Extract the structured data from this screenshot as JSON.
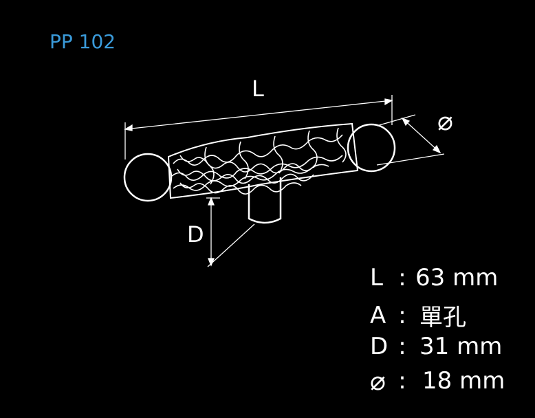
{
  "model": "PP 102",
  "dimension_labels": {
    "length": "L",
    "depth": "D",
    "diameter": "⌀"
  },
  "specs": [
    {
      "key": "L",
      "colon": ":",
      "value": "63 mm"
    },
    {
      "key": "A",
      "colon": ":",
      "value": "單孔"
    },
    {
      "key": "D",
      "colon": ":",
      "value": "31 mm"
    },
    {
      "key": "⌀",
      "colon": ":",
      "value": "18 mm"
    }
  ],
  "colors": {
    "background": "#000000",
    "line": "#ffffff",
    "model": "#3a9ad9"
  }
}
